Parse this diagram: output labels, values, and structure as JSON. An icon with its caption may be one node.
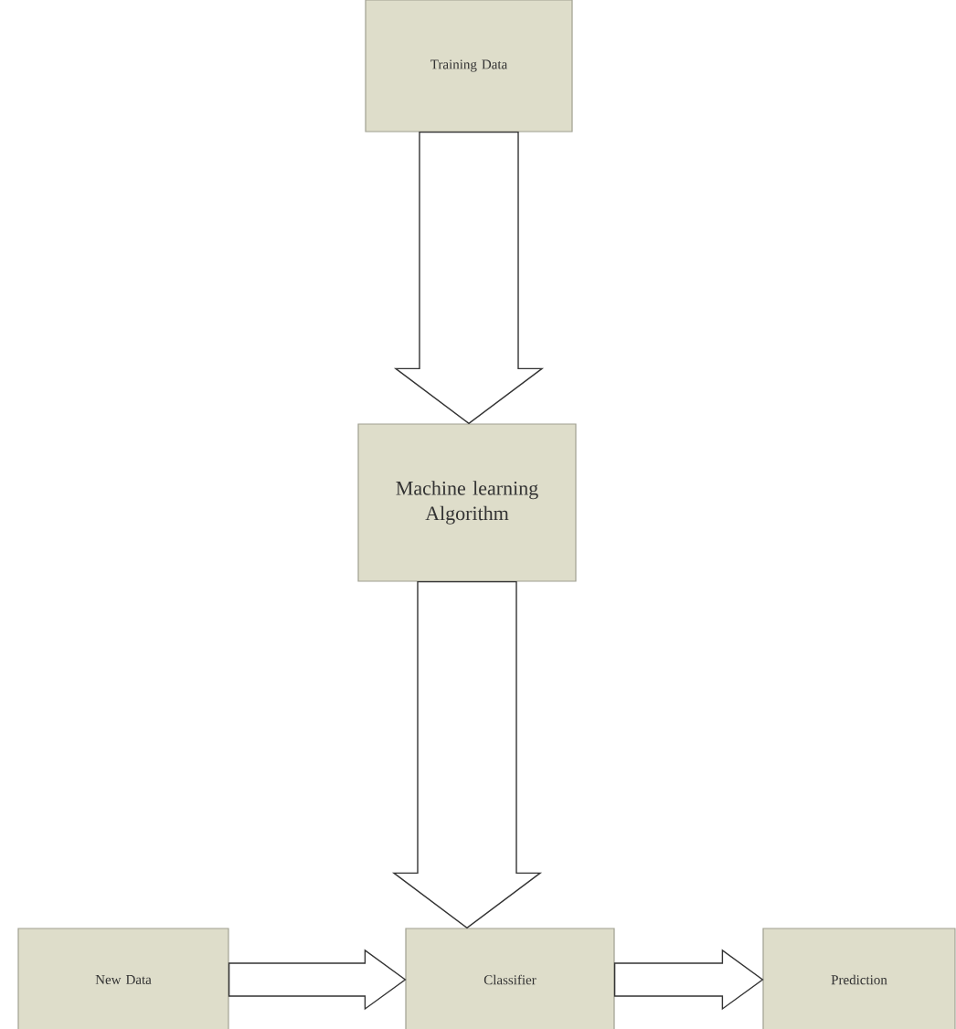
{
  "diagram": {
    "nodes": [
      {
        "text": [
          "Training Data"
        ]
      },
      {
        "text": [
          "Machine learning Algorithm"
        ]
      },
      {
        "text": [
          "New Data"
        ]
      },
      {
        "text": [
          "Classifier"
        ]
      },
      {
        "text": [
          "Prediction"
        ]
      }
    ],
    "edges": [
      {
        "from": 0,
        "to": 1,
        "arrow": "to"
      },
      {
        "from": 1,
        "to": 3,
        "arrow": "to"
      },
      {
        "from": 2,
        "to": 3,
        "arrow": "to"
      },
      {
        "from": 3,
        "to": 4,
        "arrow": "to"
      }
    ]
  }
}
